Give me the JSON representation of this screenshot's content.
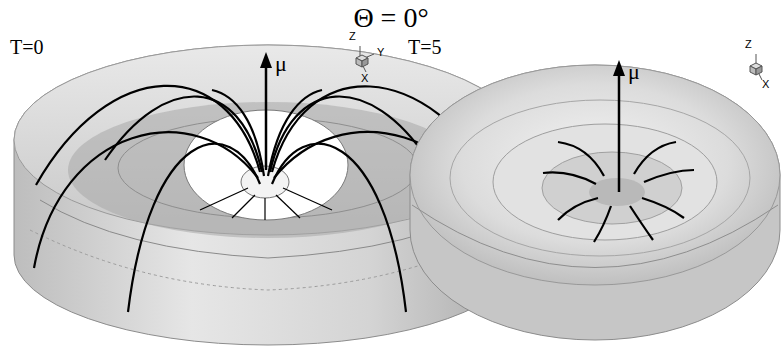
{
  "diagram": {
    "title": "Θ = 0°",
    "labels": [
      "T=0",
      "μ",
      "Z",
      "Y",
      "X",
      "T=5",
      "μ",
      "Z",
      "X"
    ]
  }
}
